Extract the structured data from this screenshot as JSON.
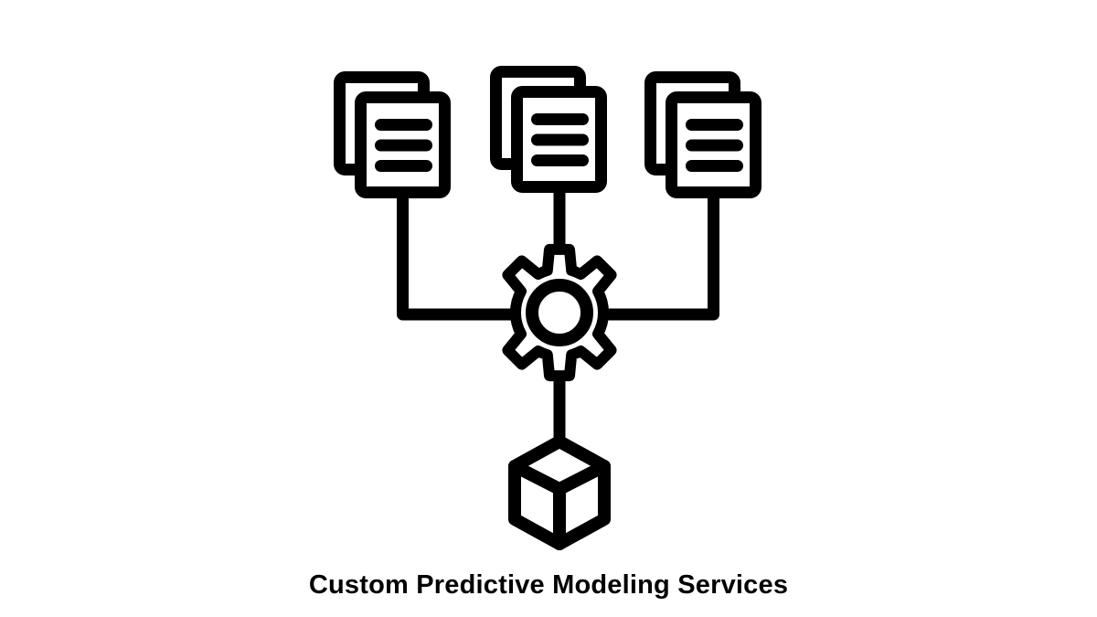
{
  "title": "Custom Predictive Modeling Services",
  "colors": {
    "ink": "#000000",
    "background": "#ffffff"
  },
  "diagram": {
    "icons": {
      "inputs": [
        "documents-icon",
        "documents-icon",
        "documents-icon"
      ],
      "processor": "gear-icon",
      "output": "cube-icon"
    },
    "document_text_lines": 3,
    "connector_count": 4
  }
}
